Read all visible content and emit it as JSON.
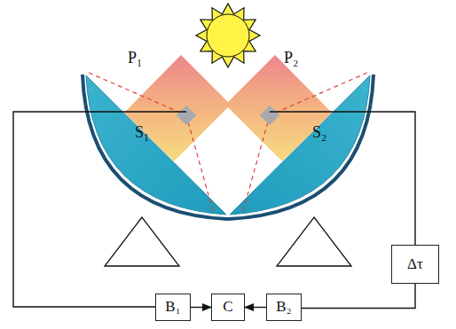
{
  "diagram": {
    "nodes": [
      {
        "text": [
          "B₁"
        ]
      },
      {
        "text": [
          "C"
        ]
      },
      {
        "text": [
          "B₂"
        ]
      },
      {
        "text": [
          "Δτ"
        ]
      }
    ],
    "edges": [
      {
        "from": 0,
        "to": 1,
        "arrow": "to"
      },
      {
        "from": 2,
        "to": 1,
        "arrow": "to"
      },
      {
        "from": 3,
        "to": 2,
        "arrow": "none"
      }
    ],
    "labels": [
      "P₁",
      "P₂",
      "S₁",
      "S₂"
    ]
  }
}
